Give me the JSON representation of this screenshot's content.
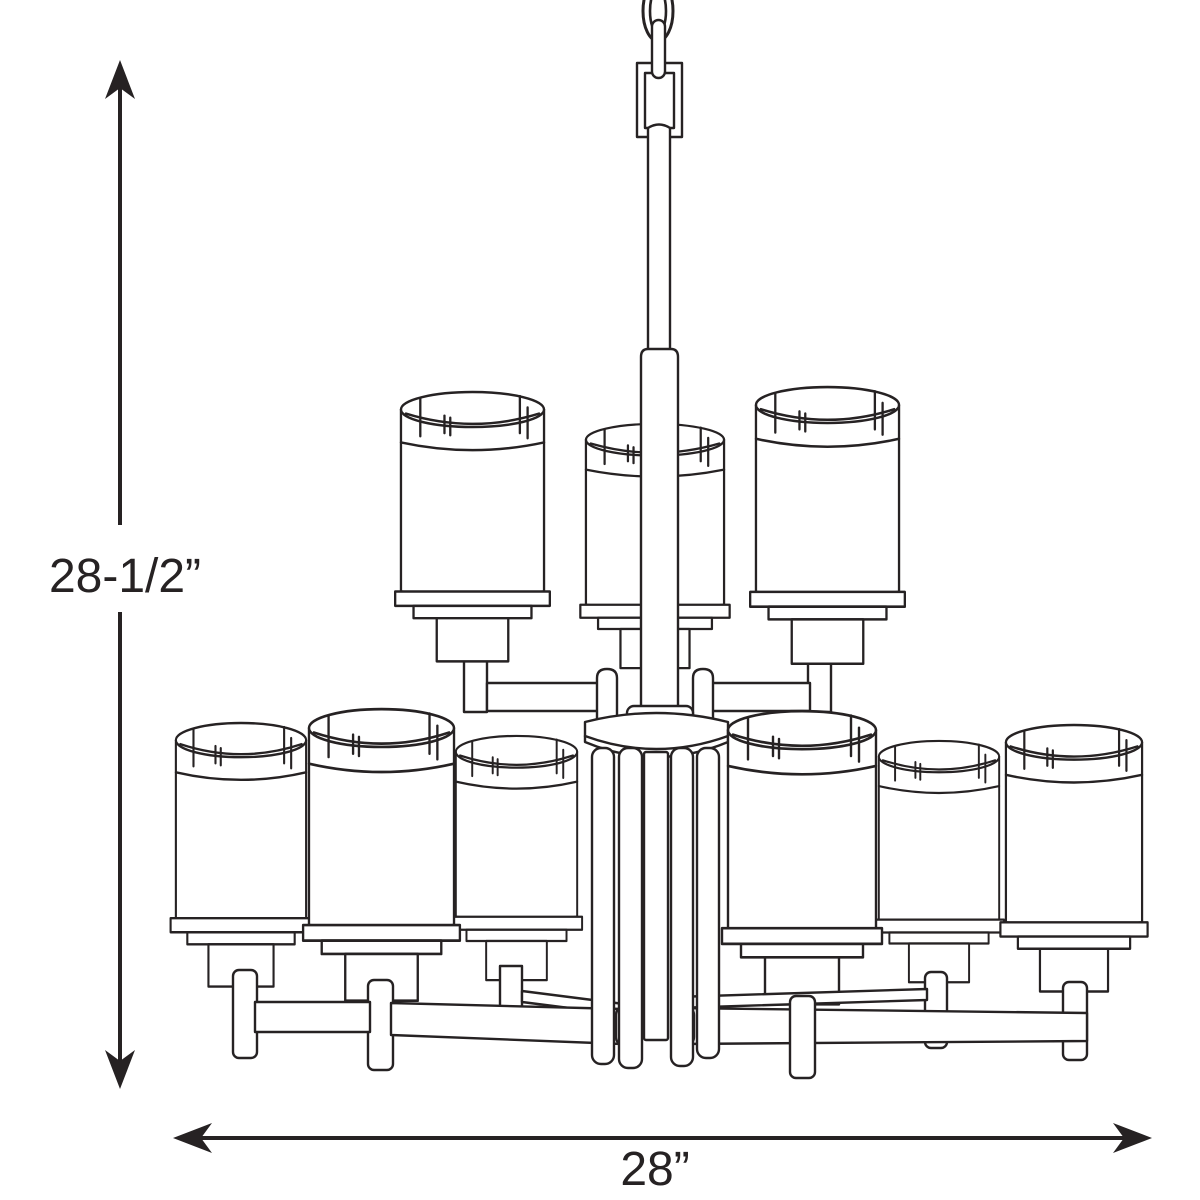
{
  "diagram": {
    "type": "product-dimension-drawing",
    "subject": "two-tier chandelier with cylindrical glass shades",
    "shade_count_top": 3,
    "shade_count_bottom": 6,
    "line_color": "#262223",
    "background_color": "#ffffff",
    "dimensions": {
      "height": {
        "label": "28-1/2”"
      },
      "width": {
        "label": "28”"
      }
    }
  }
}
